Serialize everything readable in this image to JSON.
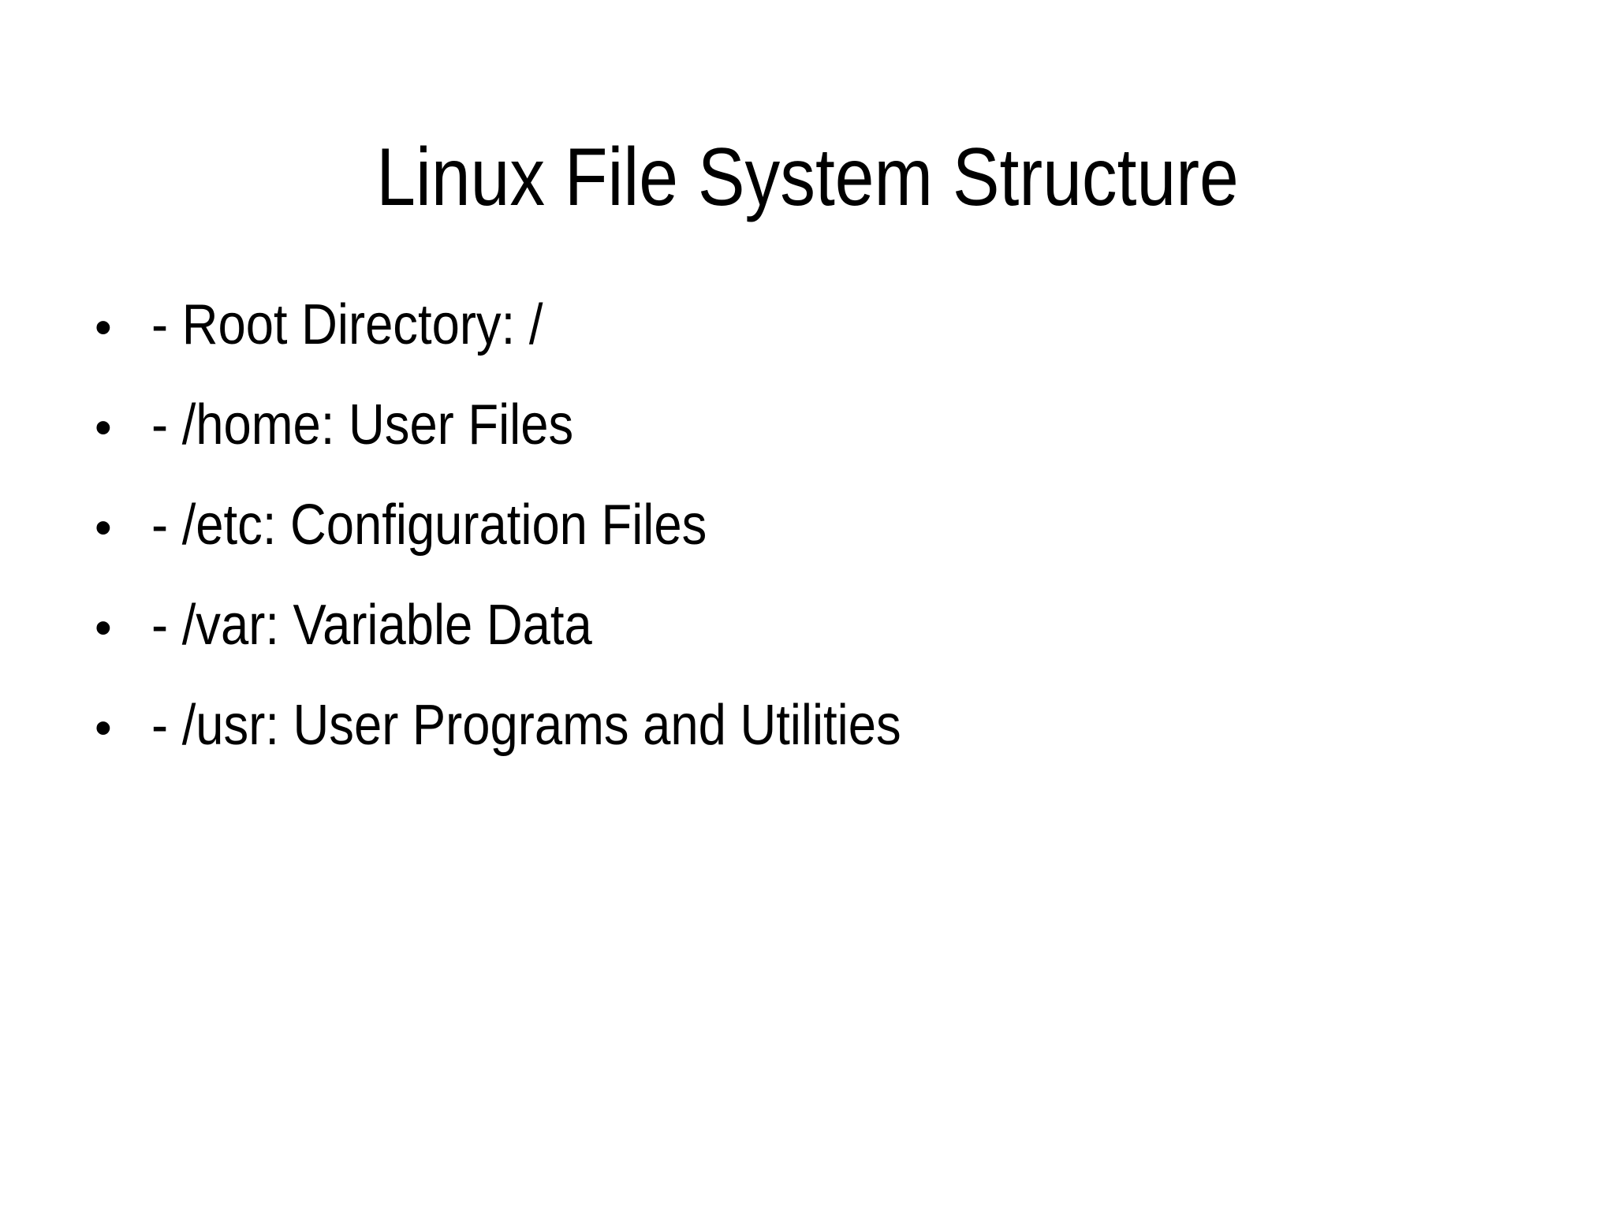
{
  "slide": {
    "background_color": "#ffffff",
    "text_color": "#000000",
    "title": "Linux File System Structure",
    "bullet_marker": "•",
    "bullets": [
      {
        "text": "- Root Directory: /"
      },
      {
        "text": "- /home: User Files"
      },
      {
        "text": "- /etc: Configuration Files"
      },
      {
        "text": "- /var: Variable Data"
      },
      {
        "text": "- /usr: User Programs and Utilities"
      }
    ]
  }
}
